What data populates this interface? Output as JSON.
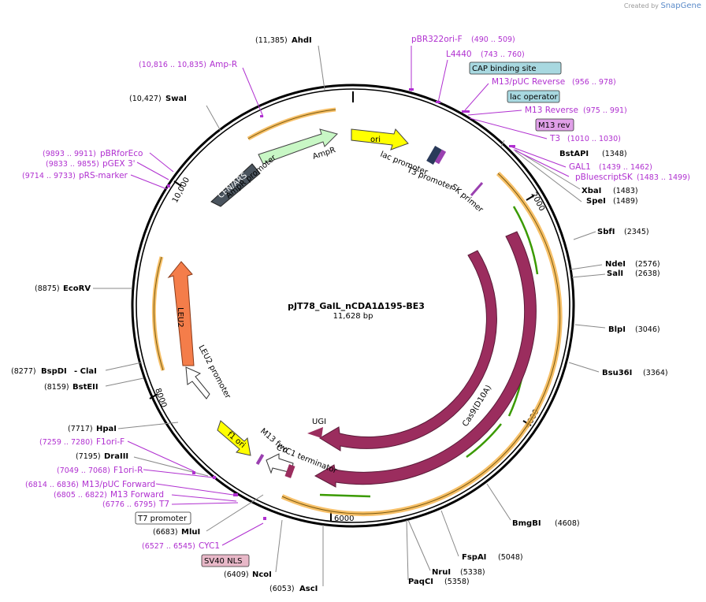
{
  "watermark": {
    "created_by": "Created by",
    "brand": "SnapGene"
  },
  "title": "pJT78_GalL_nCDA1Δ195-BE3",
  "size_label": "11,628 bp",
  "ticks": [
    "2000",
    "4000",
    "6000",
    "8000",
    "10,000"
  ],
  "restriction_sites": [
    {
      "name": "AhdI",
      "pos": "(11,385)"
    },
    {
      "name": "SwaI",
      "pos": "(10,427)"
    },
    {
      "name": "BstAPI",
      "pos": "(1348)"
    },
    {
      "name": "XbaI",
      "pos": "(1483)"
    },
    {
      "name": "SpeI",
      "pos": "(1489)"
    },
    {
      "name": "SbfI",
      "pos": "(2345)"
    },
    {
      "name": "NdeI",
      "pos": "(2576)"
    },
    {
      "name": "SalI",
      "pos": "(2638)"
    },
    {
      "name": "BlpI",
      "pos": "(3046)"
    },
    {
      "name": "Bsu36I",
      "pos": "(3364)"
    },
    {
      "name": "BmgBI",
      "pos": "(4608)"
    },
    {
      "name": "FspAI",
      "pos": "(5048)"
    },
    {
      "name": "NruI",
      "pos": "(5338)"
    },
    {
      "name": "PaqCI",
      "pos": "(5358)"
    },
    {
      "name": "AscI",
      "pos": "(6053)"
    },
    {
      "name": "NcoI",
      "pos": "(6409)"
    },
    {
      "name": "MluI",
      "pos": "(6683)"
    },
    {
      "name": "DraIII",
      "pos": "(7195)"
    },
    {
      "name": "HpaI",
      "pos": "(7717)"
    },
    {
      "name": "BstEII",
      "pos": "(8159)"
    },
    {
      "name": "BspDI",
      "pos": "(8277)"
    },
    {
      "name": "- ClaI",
      "pos": ""
    },
    {
      "name": "EcoRV",
      "pos": "(8875)"
    }
  ],
  "primers": [
    {
      "name": "pBR322ori-F",
      "range": "(490 .. 509)"
    },
    {
      "name": "L4440",
      "range": "(743 .. 760)"
    },
    {
      "name": "M13/pUC Reverse",
      "range": "(956 .. 978)"
    },
    {
      "name": "M13 Reverse",
      "range": "(975 .. 991)"
    },
    {
      "name": "T3",
      "range": "(1010 .. 1030)"
    },
    {
      "name": "GAL1",
      "range": "(1439 .. 1462)"
    },
    {
      "name": "pBluescriptSK",
      "range": "(1483 .. 1499)"
    },
    {
      "name": "Amp-R",
      "range": "(10,816 .. 10,835)"
    },
    {
      "name": "pBRforEco",
      "range": "(9893 .. 9911)"
    },
    {
      "name": "pGEX 3'",
      "range": "(9833 .. 9855)"
    },
    {
      "name": "pRS-marker",
      "range": "(9714 .. 9733)"
    },
    {
      "name": "F1ori-F",
      "range": "(7259 .. 7280)"
    },
    {
      "name": "F1ori-R",
      "range": "(7049 .. 7068)"
    },
    {
      "name": "M13/pUC Forward",
      "range": "(6814 .. 6836)"
    },
    {
      "name": "M13 Forward",
      "range": "(6805 .. 6822)"
    },
    {
      "name": "T7",
      "range": "(6776 .. 6795)"
    },
    {
      "name": "CYC1",
      "range": "(6527 .. 6545)"
    }
  ],
  "boxed_features": [
    {
      "name": "CAP binding site",
      "color": "#a8d8e0"
    },
    {
      "name": "lac operator",
      "color": "#a8d8e0"
    },
    {
      "name": "M13 rev",
      "color": "#e0a0e8"
    },
    {
      "name": "T7 promoter",
      "color": "#ffffff"
    },
    {
      "name": "SV40 NLS",
      "color": "#e8b8c8"
    }
  ],
  "features": {
    "ori": "ori",
    "ampr": "AmpR",
    "ampr_promoter": "AmpR promoter",
    "cen_ars": "CEN/ARS",
    "lac_promoter": "lac promoter",
    "t3_promoter": "T3 promoter",
    "sk_primer": "SK primer",
    "leu2": "LEU2",
    "leu2_promoter": "LEU2 promoter",
    "f1_ori": "f1 ori",
    "m13_fwd": "M13 fwd",
    "cyc1_terminator": "CYC1 terminator",
    "ugi": "UGI",
    "cas9": "Cas9",
    "cas9_d10a": "Cas9(D10A)"
  },
  "colors": {
    "cas9": "#9b2d5e",
    "ori": "#ffff00",
    "ampr": "#c8f7c5",
    "cen_ars": "#4a545e",
    "leu2": "#f47d4a",
    "primer": "#b030d0",
    "orf": "#f5b042",
    "orf_arrow": "#3a9a00"
  }
}
